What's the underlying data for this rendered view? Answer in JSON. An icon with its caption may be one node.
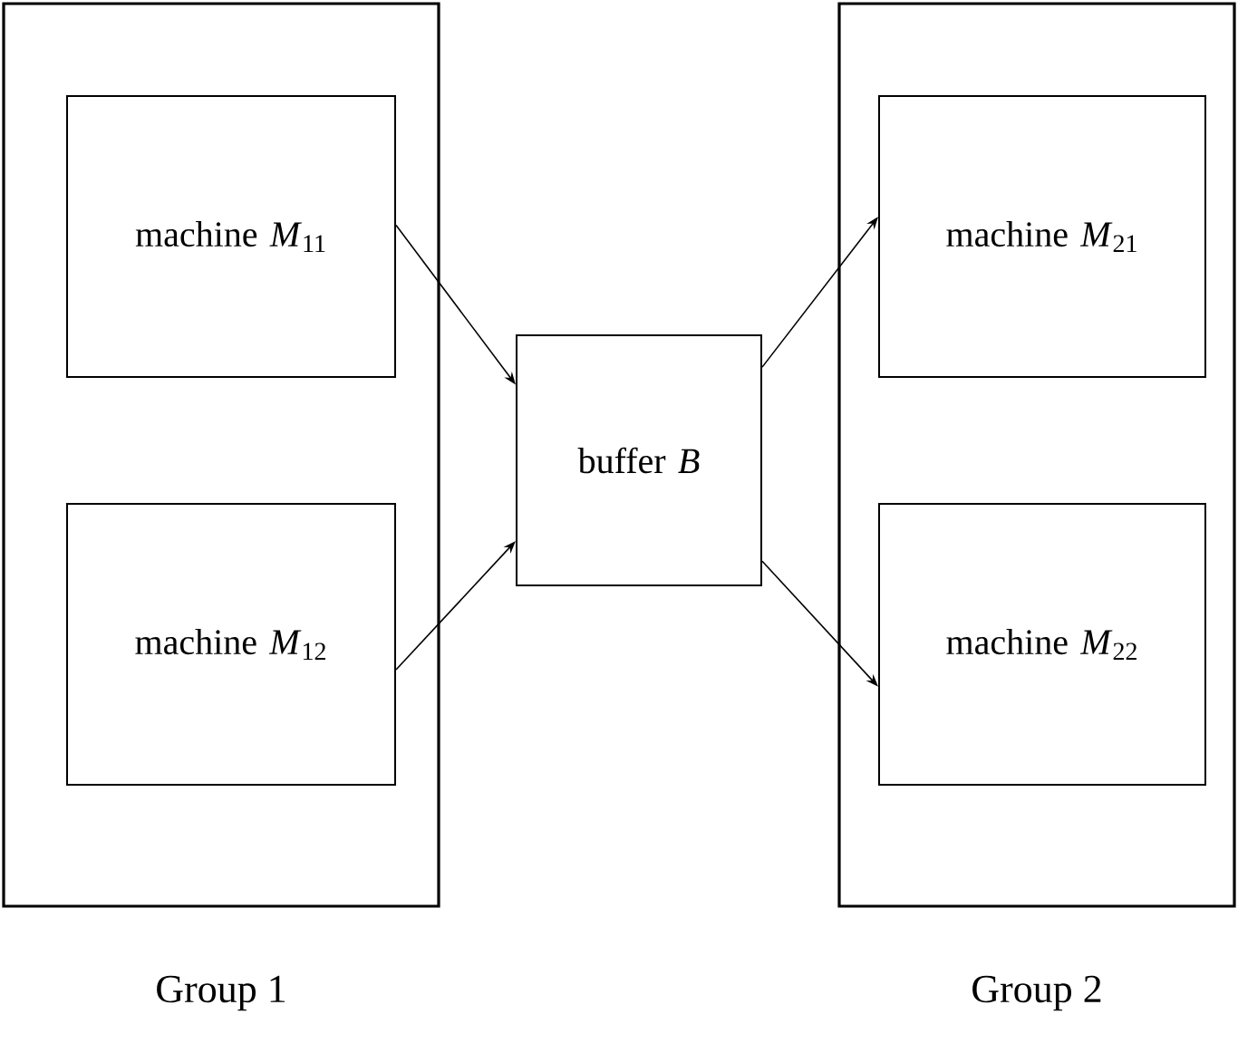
{
  "diagram": {
    "nodes": [
      {
        "text": [
          "Group 1"
        ]
      },
      {
        "text": [
          "machine *M*$_{11}$"
        ],
        "in": 0
      },
      {
        "text": [
          "machine *M*$_{12}$"
        ],
        "in": 0
      },
      {
        "text": [
          "buffer *B*"
        ]
      },
      {
        "text": [
          "Group 2"
        ]
      },
      {
        "text": [
          "machine *M*$_{21}$"
        ],
        "in": 4
      },
      {
        "text": [
          "machine *M*$_{22}$"
        ],
        "in": 4
      }
    ],
    "edges": [
      {
        "from": 1,
        "to": 3,
        "arrow": "to"
      },
      {
        "from": 2,
        "to": 3,
        "arrow": "to"
      },
      {
        "from": 3,
        "to": 5,
        "arrow": "to"
      },
      {
        "from": 3,
        "to": 6,
        "arrow": "to"
      }
    ]
  }
}
